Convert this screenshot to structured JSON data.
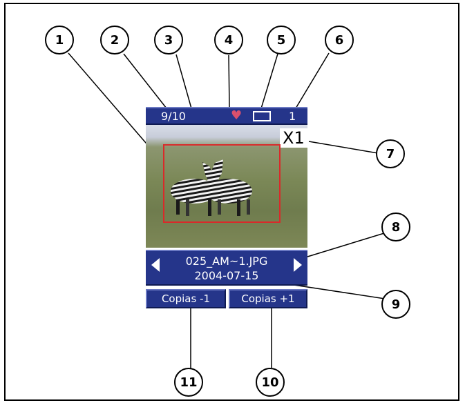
{
  "callouts": [
    "1",
    "2",
    "3",
    "4",
    "5",
    "6",
    "7",
    "8",
    "9",
    "10",
    "11"
  ],
  "status_bar": {
    "counter": "9/10",
    "copies": "1"
  },
  "zoom_label": "X1",
  "file_bar": {
    "filename": "025_AM~1.JPG",
    "date": "2004-07-15"
  },
  "buttons": {
    "copies_minus": "Copias -1",
    "copies_plus": "Copias +1"
  },
  "icons": {
    "favorite": "heart-icon",
    "print_frame": "frame-icon",
    "prev": "arrow-left-icon",
    "next": "arrow-right-icon"
  },
  "colors": {
    "bar": "#25358a",
    "heart": "#d9506d",
    "crop_box": "#d92a2a"
  },
  "photo": {
    "subject": "zebra-photo"
  }
}
